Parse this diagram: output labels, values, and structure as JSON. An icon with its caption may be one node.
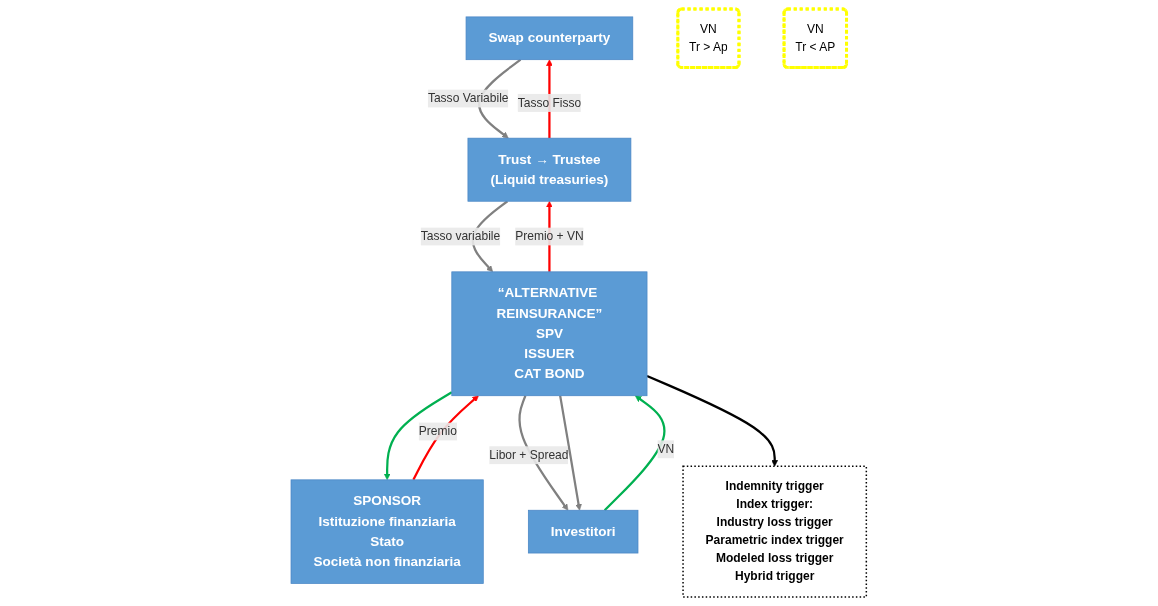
{
  "diagram": {
    "nodes": [
      {
        "text": [
          "Swap counterparty"
        ]
      },
      {
        "text": [
          "Trust → Trustee",
          "(Liquid treasuries)"
        ]
      },
      {
        "text": [
          "SPONSOR",
          "Istituzione finanziaria",
          "Stato",
          "Società non finanziaria"
        ]
      },
      {
        "text": [
          "VN",
          "Tr > Ap"
        ]
      },
      {
        "text": [
          "“ALTERNATIVE REINSURANCE”",
          "SPV",
          "ISSUER",
          "CAT BOND"
        ]
      },
      {
        "text": [
          "Investitori"
        ]
      },
      {
        "text": [
          "VN",
          "Tr < AP"
        ]
      },
      {
        "text": [
          "Indemnity trigger",
          "Index trigger:",
          "Industry loss trigger",
          "Parametric index trigger",
          "Modeled loss trigger",
          "Hybrid trigger"
        ]
      }
    ],
    "edges": [
      {
        "from": 1,
        "to": 0,
        "arrow": "to",
        "label": "Tasso Fisso",
        "color": "#ff0000"
      },
      {
        "from": 0,
        "to": 1,
        "arrow": "to",
        "label": "Tasso Variabile",
        "color": "#808080"
      },
      {
        "from": 4,
        "to": 1,
        "arrow": "to",
        "label": "Premio + VN",
        "color": "#ff0000"
      },
      {
        "from": 1,
        "to": 4,
        "arrow": "to",
        "label": "Tasso variabile",
        "color": "#808080"
      },
      {
        "from": 4,
        "to": 2,
        "arrow": "to",
        "color": "#00b050"
      },
      {
        "from": 2,
        "to": 4,
        "arrow": "to",
        "label": "Premio",
        "color": "#ff0000"
      },
      {
        "from": 5,
        "to": 4,
        "arrow": "to",
        "label": "VN",
        "color": "#00b050"
      },
      {
        "from": 4,
        "to": 5,
        "arrow": "to",
        "label": "Libor + Spread",
        "color": "#808080"
      },
      {
        "from": 4,
        "to": 5,
        "arrow": "to",
        "color": "#808080"
      },
      {
        "from": 4,
        "to": 7,
        "arrow": "to",
        "color": "#000000"
      }
    ]
  }
}
